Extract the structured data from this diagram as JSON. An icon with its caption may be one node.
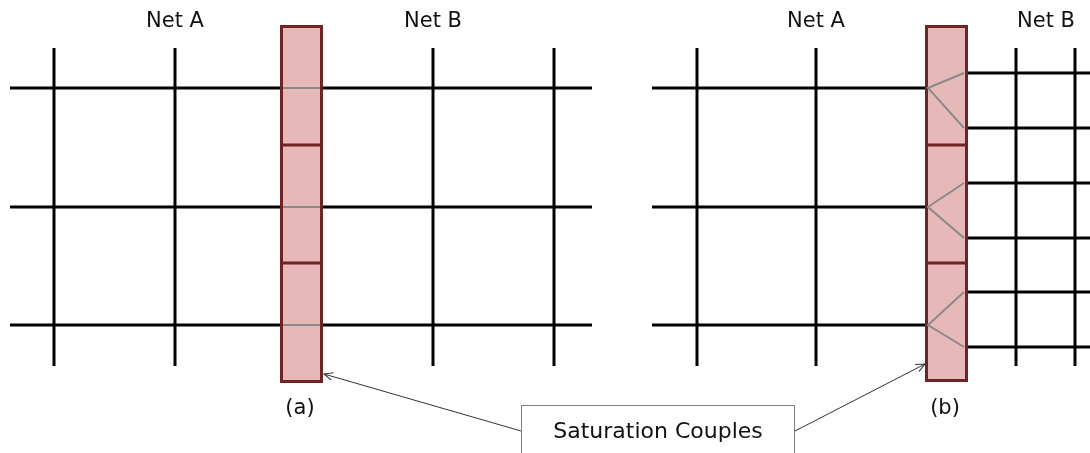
{
  "diagram": {
    "nodes": [
      {
        "text": [
          "Saturation Couples"
        ]
      },
      {
        "text": [],
        "shape": "bar"
      },
      {
        "text": [],
        "shape": "bar"
      }
    ],
    "edges": [
      {
        "from": 0,
        "to": 1,
        "arrow": "to"
      },
      {
        "from": 0,
        "to": 2,
        "arrow": "to"
      }
    ],
    "labels": [
      "Net A",
      "Net B",
      "Net A",
      "Net B",
      "(a)",
      "(b)"
    ]
  }
}
